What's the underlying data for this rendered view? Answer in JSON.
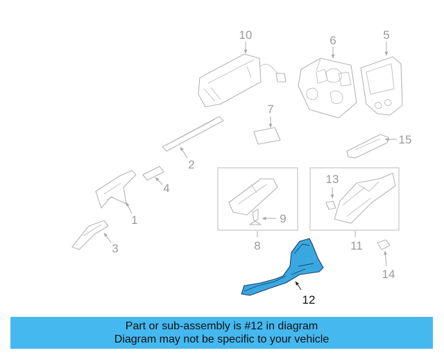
{
  "callouts": {
    "c1": "1",
    "c2": "2",
    "c3": "3",
    "c4": "4",
    "c5": "5",
    "c6": "6",
    "c7": "7",
    "c8": "8",
    "c9": "9",
    "c10": "10",
    "c11": "11",
    "c12": "12",
    "c13": "13",
    "c14": "14",
    "c15": "15"
  },
  "highlighted_part": "12",
  "colors": {
    "highlight_fill": "#3aa8e0",
    "highlight_stroke": "#1c3f66",
    "banner_bg": "#45b8f0",
    "line_gray": "#b3b3b3"
  },
  "banner": {
    "line1": "Part or sub-assembly is #12 in diagram",
    "line2": "Diagram may not be specific to your vehicle"
  }
}
